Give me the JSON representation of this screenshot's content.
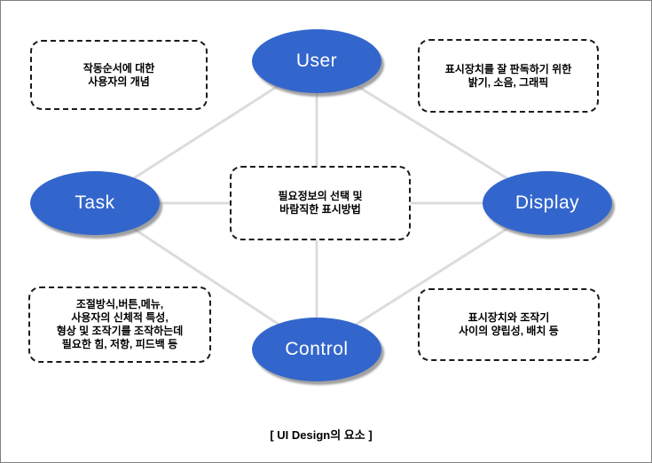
{
  "diagram": {
    "caption": "[ UI Design의 요소 ]",
    "nodes": {
      "user": {
        "label": "User"
      },
      "task": {
        "label": "Task"
      },
      "display": {
        "label": "Display"
      },
      "control": {
        "label": "Control"
      }
    },
    "center_box": {
      "lines": [
        "필요정보의 선택 및",
        "바람직한 표시방법"
      ]
    },
    "notes": {
      "user": {
        "lines": [
          "작동순서에 대한",
          "사용자의 개념"
        ]
      },
      "display": {
        "lines": [
          "표시장치를 잘 판독하기 위한",
          "밝기, 소음, 그래픽"
        ]
      },
      "task": {
        "lines": [
          "조절방식,버튼,메뉴,",
          "사용자의 신체적 특성,",
          "형상 및 조작기를 조작하는데",
          "필요한 힘, 저항, 피드백 등"
        ]
      },
      "control": {
        "lines": [
          "표시장치와 조작기",
          "사이의 양립성, 배치 등"
        ]
      }
    },
    "colors": {
      "node_fill": "#3366cc",
      "node_text": "#ffffff",
      "connector_line": "#dcdcdc",
      "dashed_border": "#1a1a1a",
      "page_border": "#808080",
      "background": "#ffffff"
    }
  }
}
